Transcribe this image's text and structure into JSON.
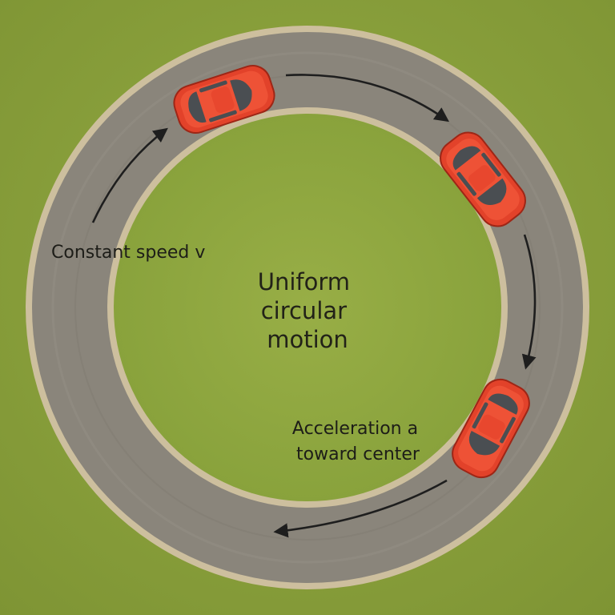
{
  "diagram": {
    "center_label_lines": [
      "Uniform",
      "circular",
      "motion"
    ],
    "speed_label": "Constant speed v",
    "acceleration_label_lines": [
      "Acceleration a",
      "toward center"
    ]
  },
  "colors": {
    "grass": "#8fa53e",
    "grass_dark": "#7f9535",
    "track": "#8a857b",
    "track_edge": "#cdbf9e",
    "car_body": "#e2422a",
    "car_window": "#4a4e52",
    "arrow": "#1e1e1e"
  },
  "icons": [
    "car-icon",
    "arrow-icon"
  ]
}
